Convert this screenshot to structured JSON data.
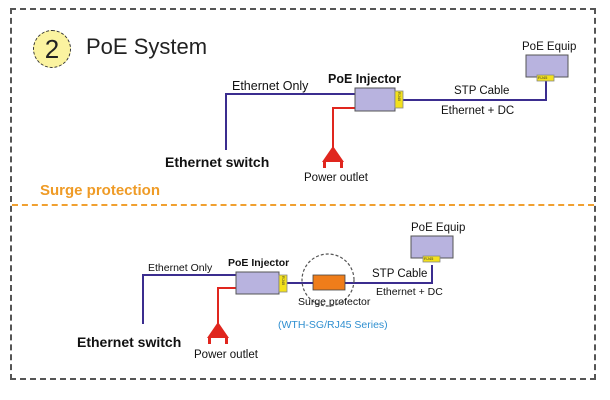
{
  "poe_system": {
    "step_number": "2",
    "title": "PoE System",
    "labels": {
      "poe_injector": "PoE Injector",
      "ethernet_only": "Ethernet Only",
      "stp_cable": "STP Cable",
      "ethernet_dc": "Ethernet + DC",
      "poe_equip": "PoE Equip",
      "ethernet_switch": "Ethernet switch",
      "power_outlet": "Power outlet",
      "rj45": "RJ45"
    }
  },
  "surge_protection": {
    "title": "Surge protection",
    "labels": {
      "poe_injector": "PoE Injector",
      "ethernet_only": "Ethernet Only",
      "stp_cable": "STP Cable",
      "ethernet_dc": "Ethernet + DC",
      "poe_equip": "PoE Equip",
      "ethernet_switch": "Ethernet switch",
      "power_outlet": "Power outlet",
      "surge_protector": "Surge protector",
      "series_note": "(WTH-SG/RJ45 Series)",
      "rj45": "RJ45"
    }
  },
  "colors": {
    "ethernet_line": "#3b2d8f",
    "power_line": "#e0261e",
    "device_fill": "#b8b3df",
    "rj45_fill": "#f3e11c",
    "surge_device": "#ef7d1a",
    "accent": "#ef9b26"
  }
}
